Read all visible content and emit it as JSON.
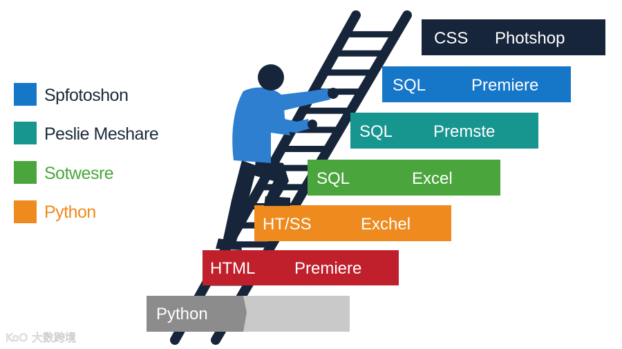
{
  "legend": [
    {
      "label": "Spfotoshon",
      "swatch_color": "#1677c9",
      "text_color": "#1b2a3a"
    },
    {
      "label": "Peslie Meshare",
      "swatch_color": "#17958f",
      "text_color": "#1b2a3a"
    },
    {
      "label": "Sotwesre",
      "swatch_color": "#4aa63c",
      "text_color": "#4aa63c"
    },
    {
      "label": "Python",
      "swatch_color": "#ee8a1e",
      "text_color": "#ee8a1e"
    }
  ],
  "steps": [
    {
      "left": "CSS",
      "right": "Photshop",
      "color": "#16253a"
    },
    {
      "left": "SQL",
      "right": "Premiere",
      "color": "#1677c9"
    },
    {
      "left": "SQL",
      "right": "Premste",
      "color": "#17958f"
    },
    {
      "left": "SQL",
      "right": "Excel",
      "color": "#4aa63c"
    },
    {
      "left": "HT/SS",
      "right": "Exchel",
      "color": "#ee8a1e"
    },
    {
      "left": "HTML",
      "right": "Premiere",
      "color": "#c0202c"
    },
    {
      "left": "Python",
      "right": "",
      "color": "#8c8c8c",
      "tail_color": "#c9c9c9"
    }
  ],
  "figure": {
    "shirt_color": "#2f7fd0",
    "dark_color": "#16253a",
    "skin_color": "#16253a"
  },
  "watermark": {
    "logo_text": "KoO",
    "text": "大数跨境"
  }
}
